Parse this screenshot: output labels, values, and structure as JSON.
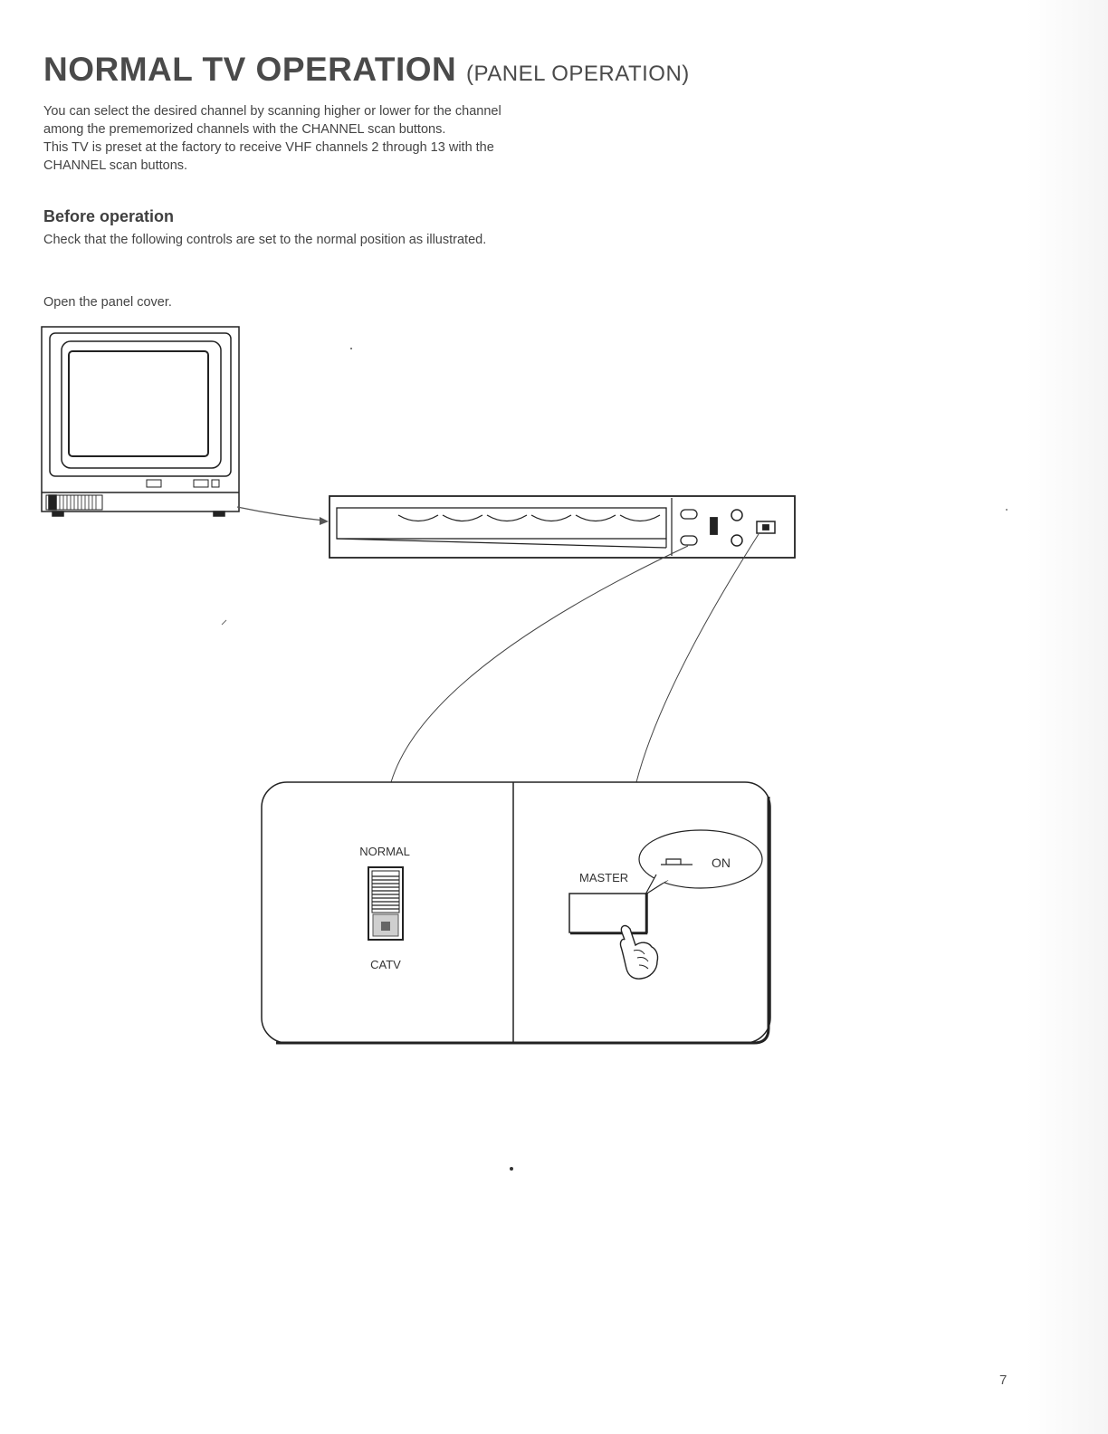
{
  "page": {
    "title": "NORMAL TV OPERATION",
    "title_sub": "(PANEL OPERATION)",
    "intro": [
      "You can select the desired channel by scanning higher or lower for the channel among the prememorized channels with the CHANNEL scan buttons.",
      "This TV is preset at the factory to receive VHF channels 2 through 13 with the CHANNEL scan buttons."
    ],
    "before_operation": {
      "heading": "Before operation",
      "text": "Check that the following controls are set to the normal position as illustrated."
    },
    "step_text": "Open the panel cover.",
    "page_number": "7"
  },
  "illustration": {
    "switch_top_label": "NORMAL",
    "switch_bottom_label": "CATV",
    "master_label": "MASTER",
    "on_label": "ON"
  }
}
